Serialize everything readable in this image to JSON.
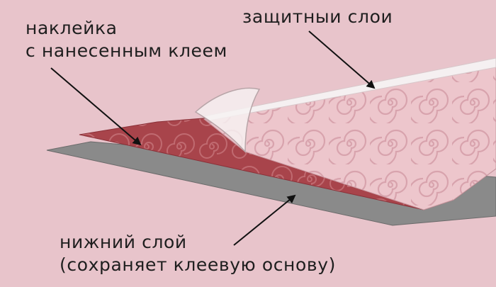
{
  "labels": {
    "protective_layer": "защитныи слои",
    "sticker": [
      "наклейка",
      "с нанесенным клеем"
    ],
    "bottom_layer": [
      "нижний слой",
      "(сохраняет клеевую основу)"
    ]
  },
  "colors": {
    "background": "#e8c4cb",
    "bottom_layer": "#8a8a8a",
    "adhesive_layer": "#a8444b",
    "sticker_face": "#edc6cc",
    "protective_film": "#f5f0f1",
    "arrows": "#111111",
    "text": "#1e1e1e"
  }
}
